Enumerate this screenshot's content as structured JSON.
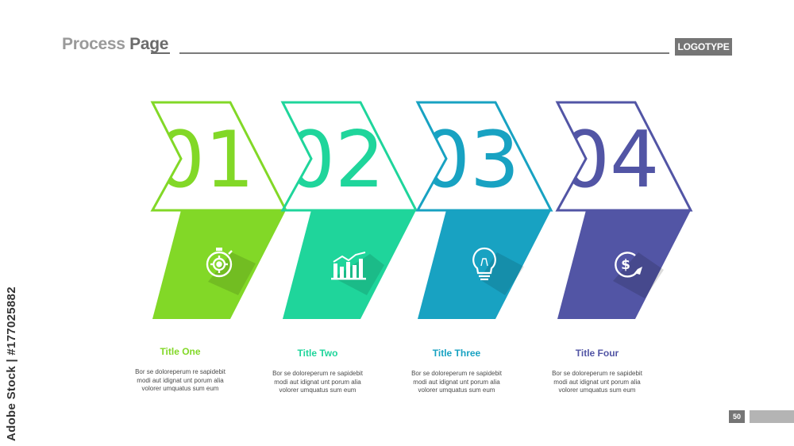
{
  "header": {
    "title_part1": "Process ",
    "title_part2": "Page",
    "logotype": "LOGOTYPE"
  },
  "side_text": "Adobe Stock | #177025882",
  "steps": [
    {
      "number": "01",
      "title": "Title One",
      "desc": [
        "Bor se doloreperum re sapidebit",
        "modi aut idignat unt porum alia",
        "volorer umquatus sum eum"
      ],
      "color": "#82d827",
      "icon": "stopwatch-gear-icon"
    },
    {
      "number": "02",
      "title": "Title Two",
      "desc": [
        "Bor se doloreperum re sapidebit",
        "modi aut idignat unt porum alia",
        "volorer umquatus sum eum"
      ],
      "color": "#1fd59b",
      "icon": "bar-chart-trend-icon"
    },
    {
      "number": "03",
      "title": "Title Three",
      "desc": [
        "Bor se doloreperum re sapidebit",
        "modi aut idignat unt porum alia",
        "volorer umquatus sum eum"
      ],
      "color": "#18a2c2",
      "icon": "lightbulb-icon"
    },
    {
      "number": "04",
      "title": "Title Four",
      "desc": [
        "Bor se doloreperum re sapidebit",
        "modi aut idignat unt porum alia",
        "volorer umquatus sum eum"
      ],
      "color": "#5255a5",
      "icon": "dollar-cycle-icon"
    }
  ],
  "footer": {
    "page_number": "50"
  }
}
